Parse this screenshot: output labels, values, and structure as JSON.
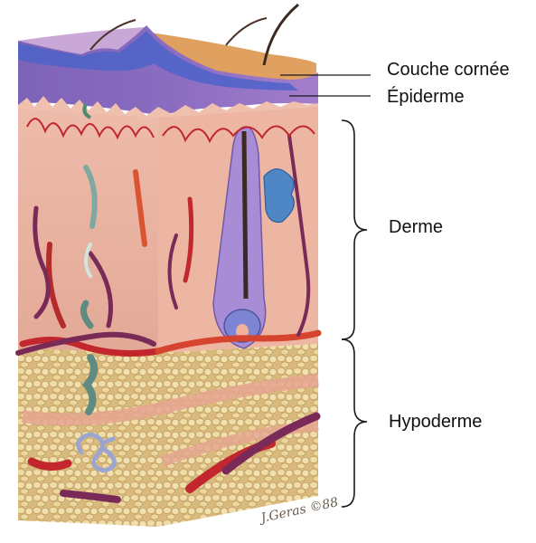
{
  "labels": {
    "stratum_corneum": "Couche cornée",
    "epidermis": "Épiderme",
    "dermis": "Derme",
    "hypodermis": "Hypoderme"
  },
  "signature": "J.Geras ©88",
  "colors": {
    "horny_layer": "#6d6fc4",
    "epidermis": "#7d5fb5",
    "dermis": "#e8b7a6",
    "fat": "#e8d29a",
    "artery": "#c1272d",
    "vein": "#7a2a57",
    "nerve": "#7fa9a0",
    "gland": "#4f86c6"
  }
}
